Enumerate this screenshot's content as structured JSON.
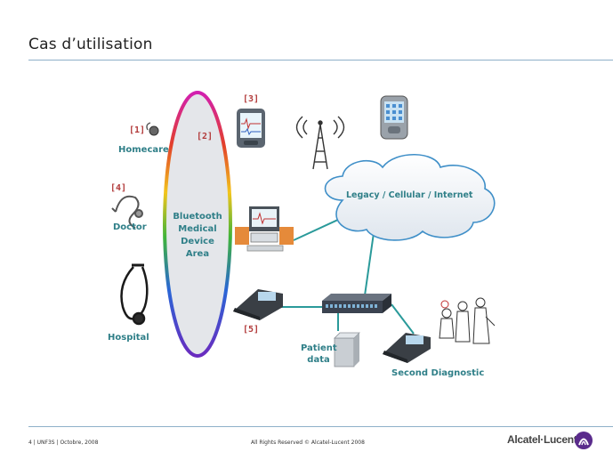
{
  "slide": {
    "title": "Cas d’utilisation"
  },
  "diagram": {
    "refs": {
      "r1": "[1]",
      "r2": "[2]",
      "r3": "[3]",
      "r4": "[4]",
      "r5": "[5]"
    },
    "labels": {
      "homecare": "Homecare",
      "doctor": "Doctor",
      "hospital": "Hospital",
      "bt_line1": "Bluetooth",
      "bt_line2": "Medical",
      "bt_line3": "Device",
      "bt_line4": "Area",
      "cloud": "Legacy / Cellular / Internet",
      "patient_line1": "Patient",
      "patient_line2": "data",
      "second_diag": "Second Diagnostic"
    },
    "colors": {
      "label": "#2f7f88",
      "ref": "#b23a3a",
      "link": "#2a9a9a"
    }
  },
  "footer": {
    "left": "4 | UNF3S | Octobre, 2008",
    "center": "All Rights Reserved © Alcatel-Lucent 2008",
    "brand": "Alcatel·Lucent"
  }
}
